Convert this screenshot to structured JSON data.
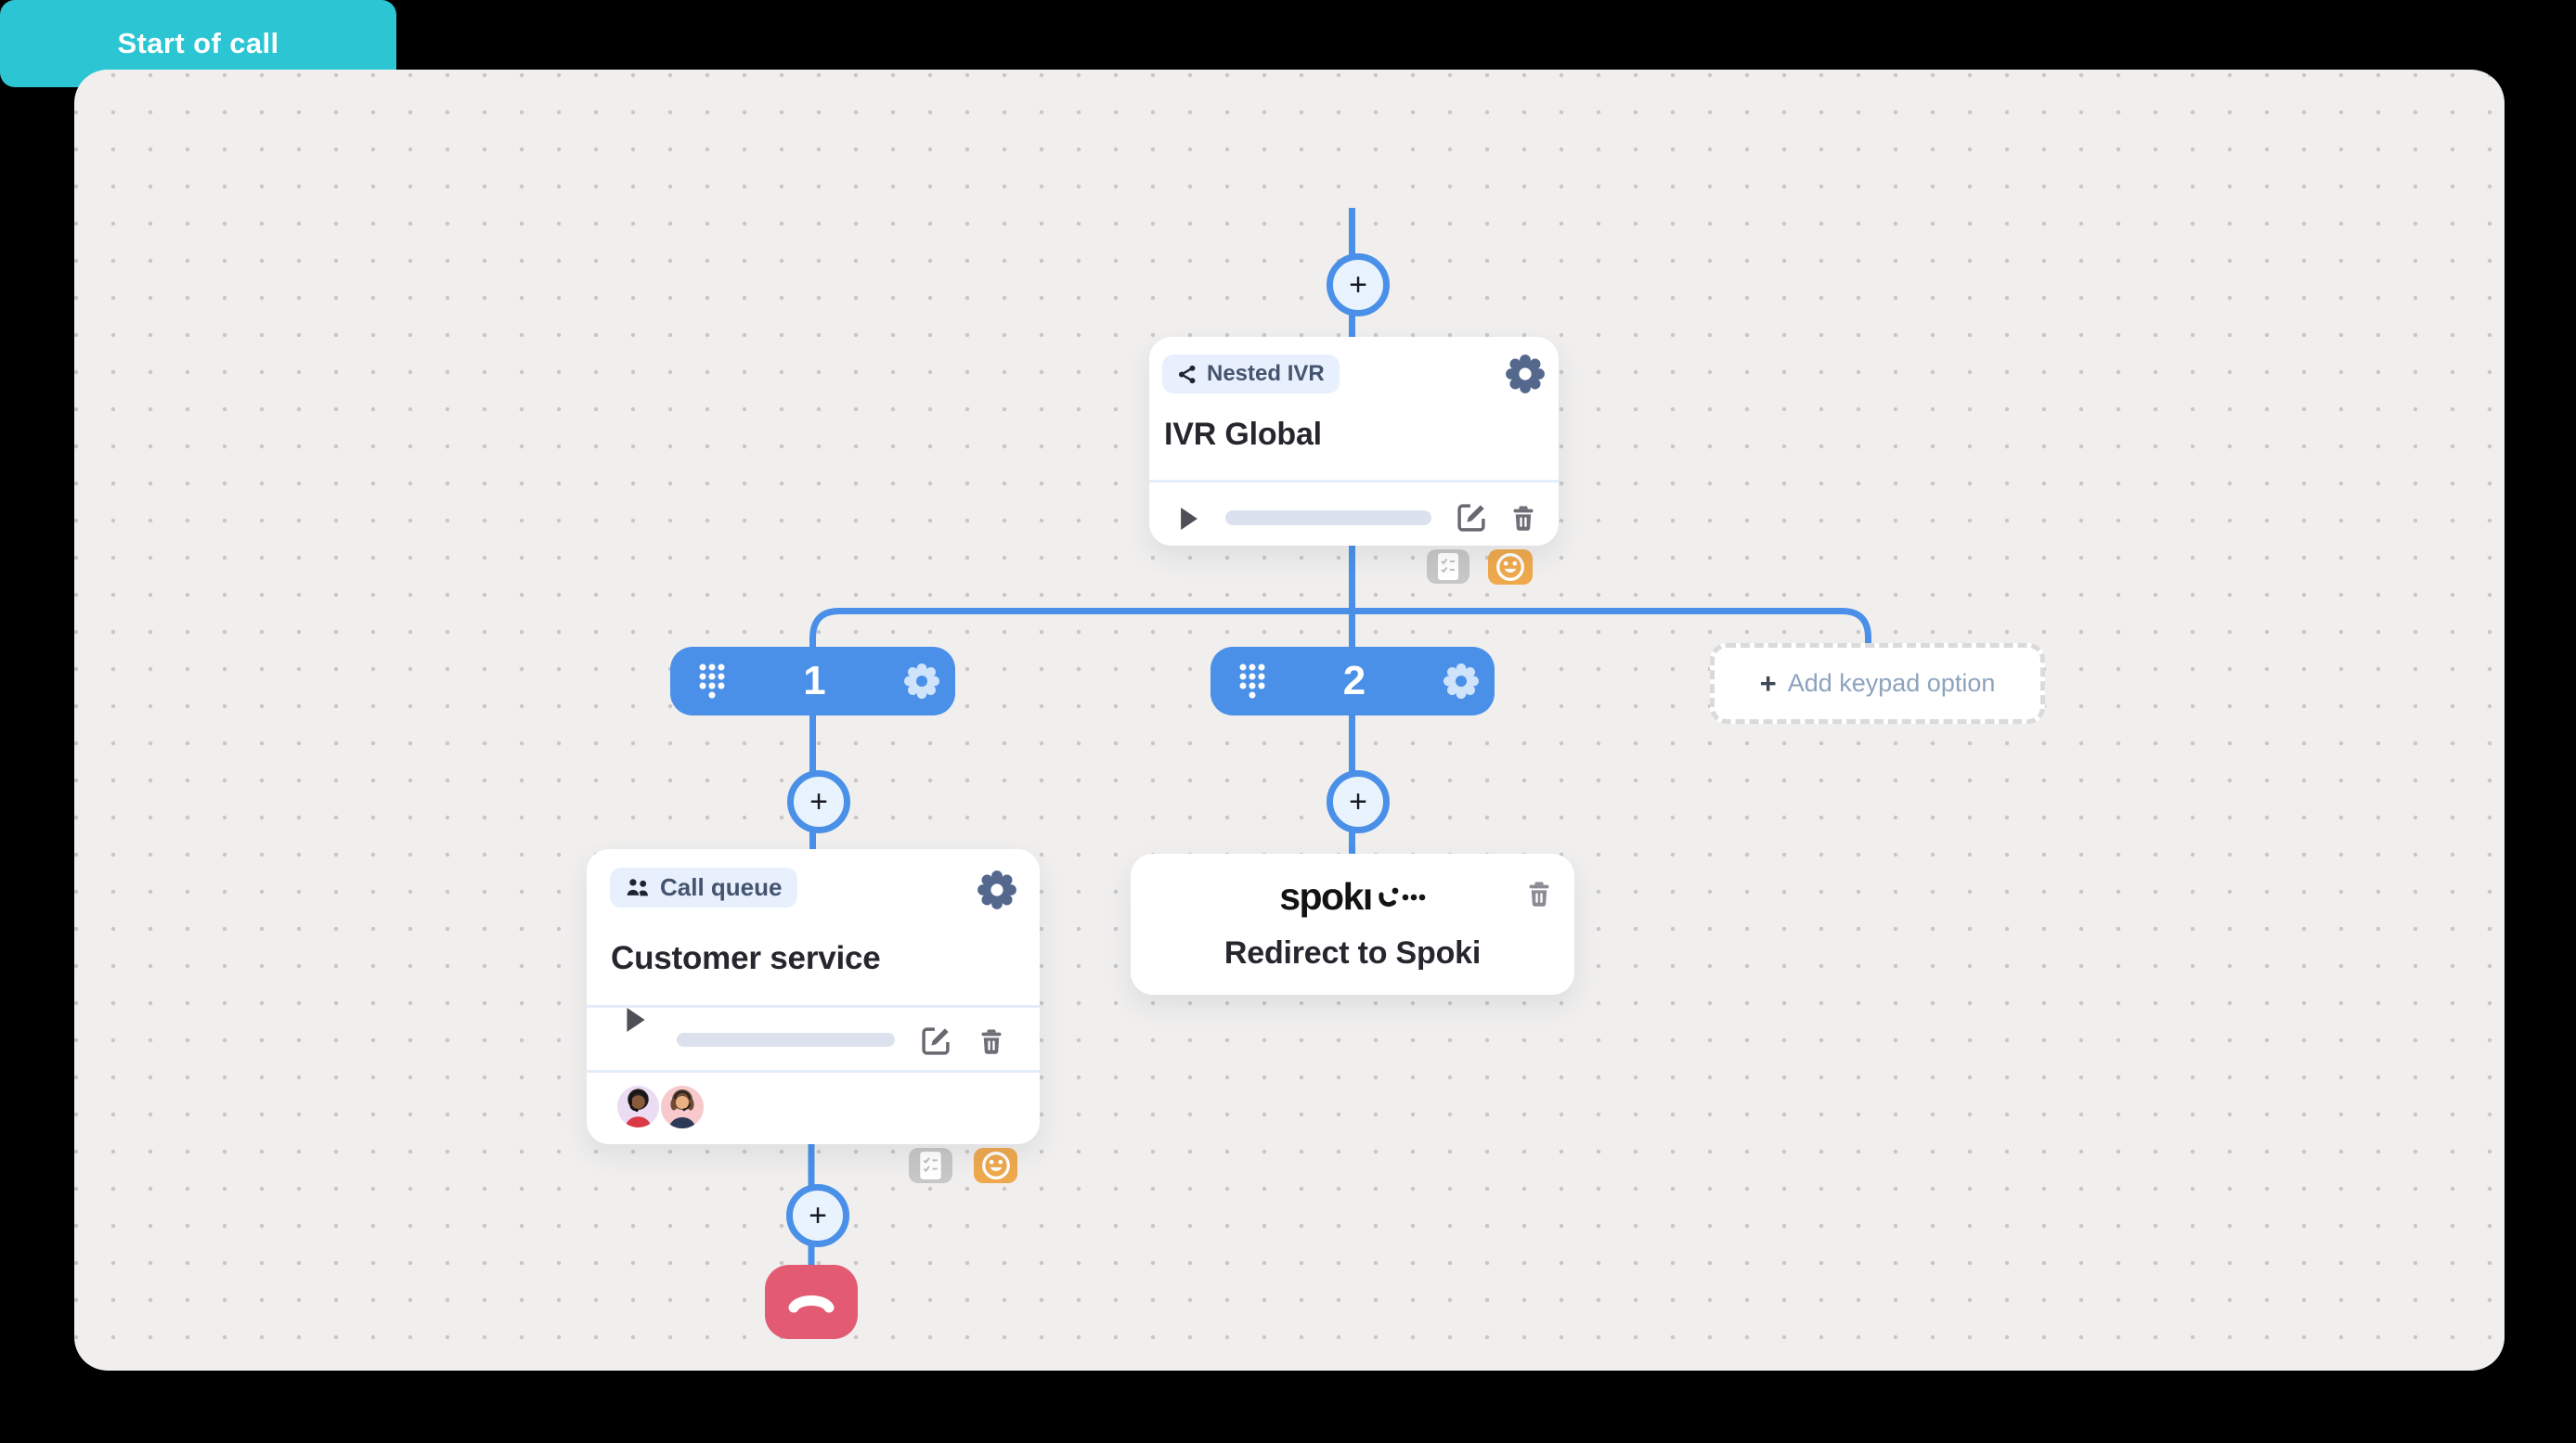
{
  "flow": {
    "start": {
      "label": "Start of call"
    },
    "ivr": {
      "badge_label": "Nested IVR",
      "title": "IVR Global"
    },
    "keypad_options": [
      {
        "key": "1"
      },
      {
        "key": "2"
      }
    ],
    "add_keypad": {
      "plus": "+",
      "label": "Add keypad option"
    },
    "call_queue": {
      "badge_label": "Call queue",
      "title": "Customer service",
      "agent_avatars": 2
    },
    "spoki": {
      "logo_text": "spokı",
      "title": "Redirect to Spoki"
    }
  },
  "connectors": {
    "plus": "+"
  },
  "icons": {
    "share": "share-nodes",
    "gear": "settings-gear",
    "play": "▶",
    "progress": "audio-track",
    "edit": "pencil-square",
    "trash": "trash-can",
    "dialpad": "phone-keypad-dots",
    "users": "two-people",
    "checklist": "survey-checklist",
    "smiley": "satisfaction-smiley",
    "end_call": "phone-down",
    "plus": "+"
  },
  "colors": {
    "frame": "#000000",
    "canvas_bg": "#f0efee",
    "canvas_dots": "#c7c7c7",
    "connector_blue": "#4a90e8",
    "start_teal": "#2cc5d3",
    "keypad_blue": "#4a90e8",
    "card_bg": "#ffffff",
    "badge_bg": "#e7f0fc",
    "badge_text": "#44546f",
    "title_text": "#26262e",
    "gear_slate": "#53688c",
    "gear_on_blue": "#cfe3fa",
    "progress_track": "#dce1ee",
    "divider": "#e3edf9",
    "dashed_border": "#dadada",
    "add_option_text": "#8da2bd",
    "mini_gray": "#c7c7c7",
    "mini_orange": "#efa94d",
    "end_call_red": "#e25b72",
    "avatar1_bg": "#ecdcf3",
    "avatar2_bg": "#f7c9cc"
  }
}
